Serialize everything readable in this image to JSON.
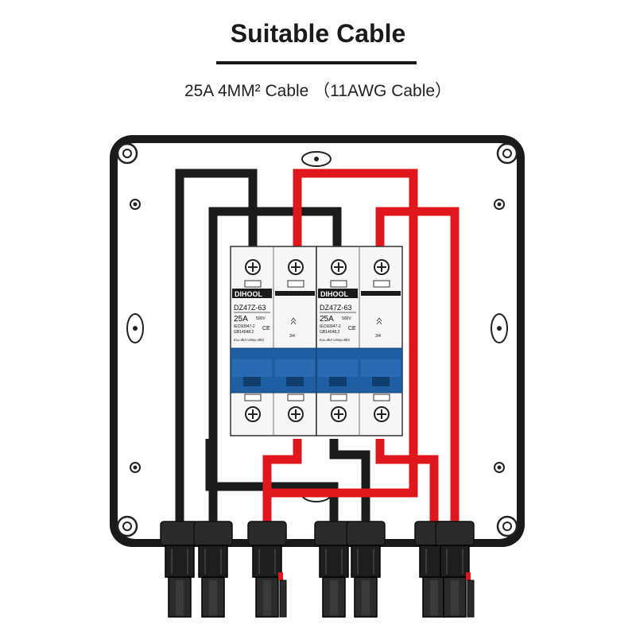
{
  "header": {
    "title": "Suitable Cable",
    "subtitle": "25A 4MM² Cable （11AWG Cable）"
  },
  "breakers": [
    {
      "brand": "DIHOOL",
      "model": "DZ47Z-63",
      "rating": "25A",
      "voltage": "500V",
      "std1": "IEC60947-2",
      "std2": "GB14048.2",
      "cert": "CE",
      "spec": "Icu=4kA  Uimp=5kV",
      "pole_mark": "3/4"
    },
    {
      "brand": "DIHOOL",
      "model": "DZ47Z-63",
      "rating": "25A",
      "voltage": "500V",
      "std1": "IEC60947-2",
      "std2": "GB14048.2",
      "cert": "CE",
      "spec": "Icu=4kA  Uimp=5kV",
      "pole_mark": "3/4"
    }
  ],
  "colors": {
    "black_wire": "#1b1b1b",
    "red_wire": "#e0171c",
    "handle_blue": "#1f5ea3",
    "enclosure": "#1a1a1a"
  },
  "icons": [
    "screw-icon",
    "mounting-hole-icon",
    "mc4-connector-icon"
  ]
}
